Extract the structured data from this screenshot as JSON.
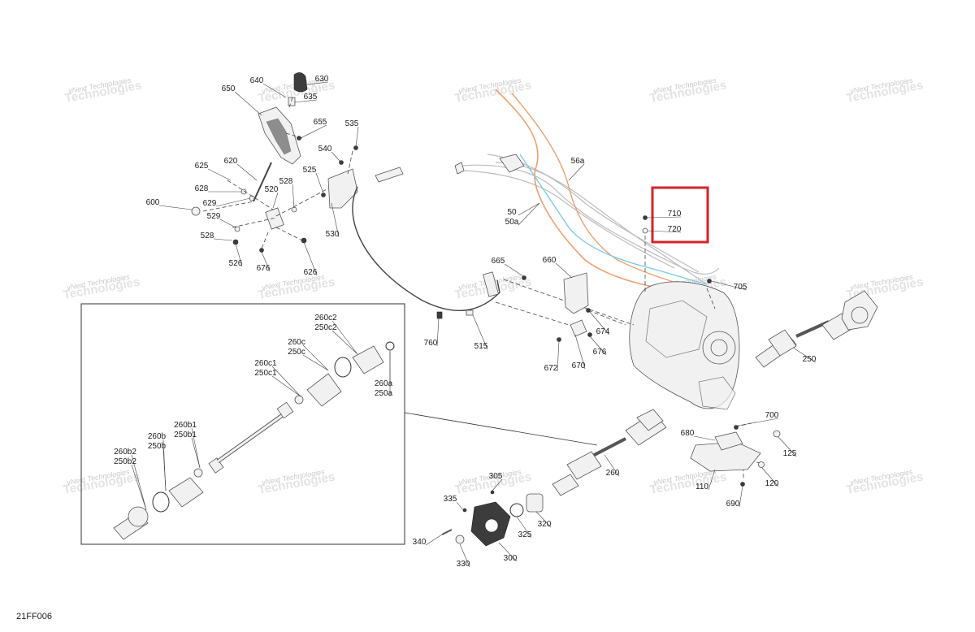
{
  "figure_id": "21FF006",
  "watermark": {
    "line1": "vNext Technologies",
    "line2": "Technologies"
  },
  "highlight_color": "#d6232a",
  "hose_colors": {
    "orange": "#f0a070",
    "blue": "#7ec8e8"
  },
  "callouts": [
    {
      "id": "630",
      "label": "630"
    },
    {
      "id": "640",
      "label": "640"
    },
    {
      "id": "635",
      "label": "635"
    },
    {
      "id": "650",
      "label": "650"
    },
    {
      "id": "655",
      "label": "655"
    },
    {
      "id": "535",
      "label": "535"
    },
    {
      "id": "540",
      "label": "540"
    },
    {
      "id": "625",
      "label": "625"
    },
    {
      "id": "620",
      "label": "620"
    },
    {
      "id": "525",
      "label": "525"
    },
    {
      "id": "628",
      "label": "628"
    },
    {
      "id": "528a",
      "label": "528"
    },
    {
      "id": "520",
      "label": "520"
    },
    {
      "id": "629",
      "label": "629"
    },
    {
      "id": "600",
      "label": "600"
    },
    {
      "id": "529",
      "label": "529"
    },
    {
      "id": "528b",
      "label": "528"
    },
    {
      "id": "526",
      "label": "526"
    },
    {
      "id": "676a",
      "label": "676"
    },
    {
      "id": "626",
      "label": "626"
    },
    {
      "id": "530",
      "label": "530"
    },
    {
      "id": "56a",
      "label": "56a"
    },
    {
      "id": "50",
      "label": "50"
    },
    {
      "id": "50a",
      "label": "50a"
    },
    {
      "id": "710",
      "label": "710"
    },
    {
      "id": "720",
      "label": "720"
    },
    {
      "id": "665",
      "label": "665"
    },
    {
      "id": "660",
      "label": "660"
    },
    {
      "id": "705",
      "label": "705"
    },
    {
      "id": "760",
      "label": "760"
    },
    {
      "id": "515",
      "label": "515"
    },
    {
      "id": "674",
      "label": "674"
    },
    {
      "id": "676b",
      "label": "676"
    },
    {
      "id": "672",
      "label": "672"
    },
    {
      "id": "670",
      "label": "670"
    },
    {
      "id": "250",
      "label": "250"
    },
    {
      "id": "260c2",
      "label": "260c2"
    },
    {
      "id": "250c2",
      "label": "250c2"
    },
    {
      "id": "260c",
      "label": "260c"
    },
    {
      "id": "250c",
      "label": "250c"
    },
    {
      "id": "260c1",
      "label": "260c1"
    },
    {
      "id": "250c1",
      "label": "250c1"
    },
    {
      "id": "260a",
      "label": "260a"
    },
    {
      "id": "250a",
      "label": "250a"
    },
    {
      "id": "260b1",
      "label": "260b1"
    },
    {
      "id": "250b1",
      "label": "250b1"
    },
    {
      "id": "260b",
      "label": "260b"
    },
    {
      "id": "250b",
      "label": "250b"
    },
    {
      "id": "260b2",
      "label": "260b2"
    },
    {
      "id": "250b2",
      "label": "250b2"
    },
    {
      "id": "700",
      "label": "700"
    },
    {
      "id": "680",
      "label": "680"
    },
    {
      "id": "125",
      "label": "125"
    },
    {
      "id": "260",
      "label": "260"
    },
    {
      "id": "110",
      "label": "110"
    },
    {
      "id": "120",
      "label": "120"
    },
    {
      "id": "690",
      "label": "690"
    },
    {
      "id": "305",
      "label": "305"
    },
    {
      "id": "335",
      "label": "335"
    },
    {
      "id": "320",
      "label": "320"
    },
    {
      "id": "325",
      "label": "325"
    },
    {
      "id": "340",
      "label": "340"
    },
    {
      "id": "300",
      "label": "300"
    },
    {
      "id": "330",
      "label": "330"
    }
  ]
}
